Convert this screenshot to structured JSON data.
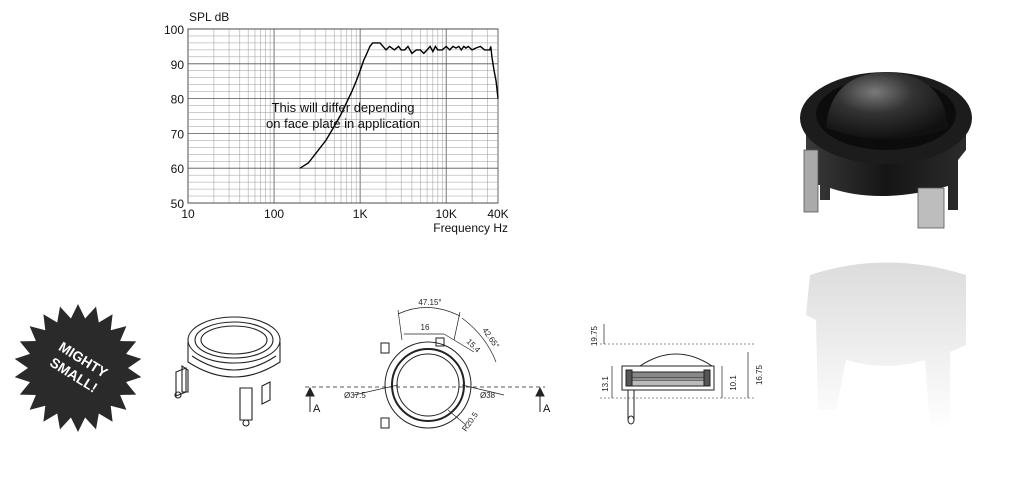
{
  "chart_data": {
    "type": "line",
    "title": "",
    "ylabel": "SPL dB",
    "xlabel": "Frequency Hz",
    "xscale": "log",
    "xlim": [
      10,
      40000
    ],
    "ylim": [
      50,
      100
    ],
    "grid": true,
    "xticks": [
      {
        "value": 10,
        "label": "10"
      },
      {
        "value": 100,
        "label": "100"
      },
      {
        "value": 1000,
        "label": "1K"
      },
      {
        "value": 10000,
        "label": "10K"
      },
      {
        "value": 40000,
        "label": "40K"
      }
    ],
    "yticks": [
      50,
      60,
      70,
      80,
      90,
      100
    ],
    "annotation": [
      "This will differ depending",
      "on face plate in application"
    ],
    "series": [
      {
        "x": [
          200,
          250,
          300,
          400,
          500,
          600,
          700,
          800,
          900,
          1000,
          1100,
          1200,
          1300,
          1400,
          1500,
          1700,
          2000,
          2200,
          2500,
          2800,
          3000,
          3300,
          3600,
          4000,
          4500,
          5000,
          5500,
          6000,
          6500,
          7000,
          7500,
          8000,
          9000,
          10000,
          11000,
          12000,
          13000,
          14000,
          15000,
          16000,
          17000,
          18000,
          20000,
          22000,
          25000,
          28000,
          30000,
          32000,
          33000,
          34000,
          35000,
          36000,
          38000,
          40000
        ],
        "y": [
          60,
          61.5,
          64,
          68,
          72,
          75.5,
          79,
          82,
          85,
          88,
          91,
          93,
          95,
          96,
          96,
          96,
          94,
          95,
          94,
          95,
          94,
          94,
          95,
          93,
          94,
          94,
          93,
          94,
          95,
          93.5,
          95,
          94,
          94,
          95,
          94,
          95,
          94.5,
          95,
          94,
          95,
          94.5,
          95,
          94,
          94.5,
          95,
          94,
          94,
          94,
          95,
          92,
          90,
          88,
          85,
          80
        ]
      }
    ]
  },
  "badge": {
    "line1": "MIGHTY",
    "line2": "SMALL!",
    "color": "#2a2a2a"
  },
  "drawing": {
    "angle_top": "47.15°",
    "angle_right": "42.65°",
    "width_top": "16",
    "offset": "15.4",
    "dia_left": "Ø37.5",
    "dia_right": "Ø38",
    "radius": "R20.5",
    "section_left": "A",
    "section_right": "A"
  },
  "section": {
    "h_total": "19.75",
    "h_body": "13.1",
    "h_inner": "10.1",
    "h_right": "16.75"
  },
  "product": {
    "dome_color": "#2c2c2c",
    "body_color": "#1a1a1a"
  }
}
